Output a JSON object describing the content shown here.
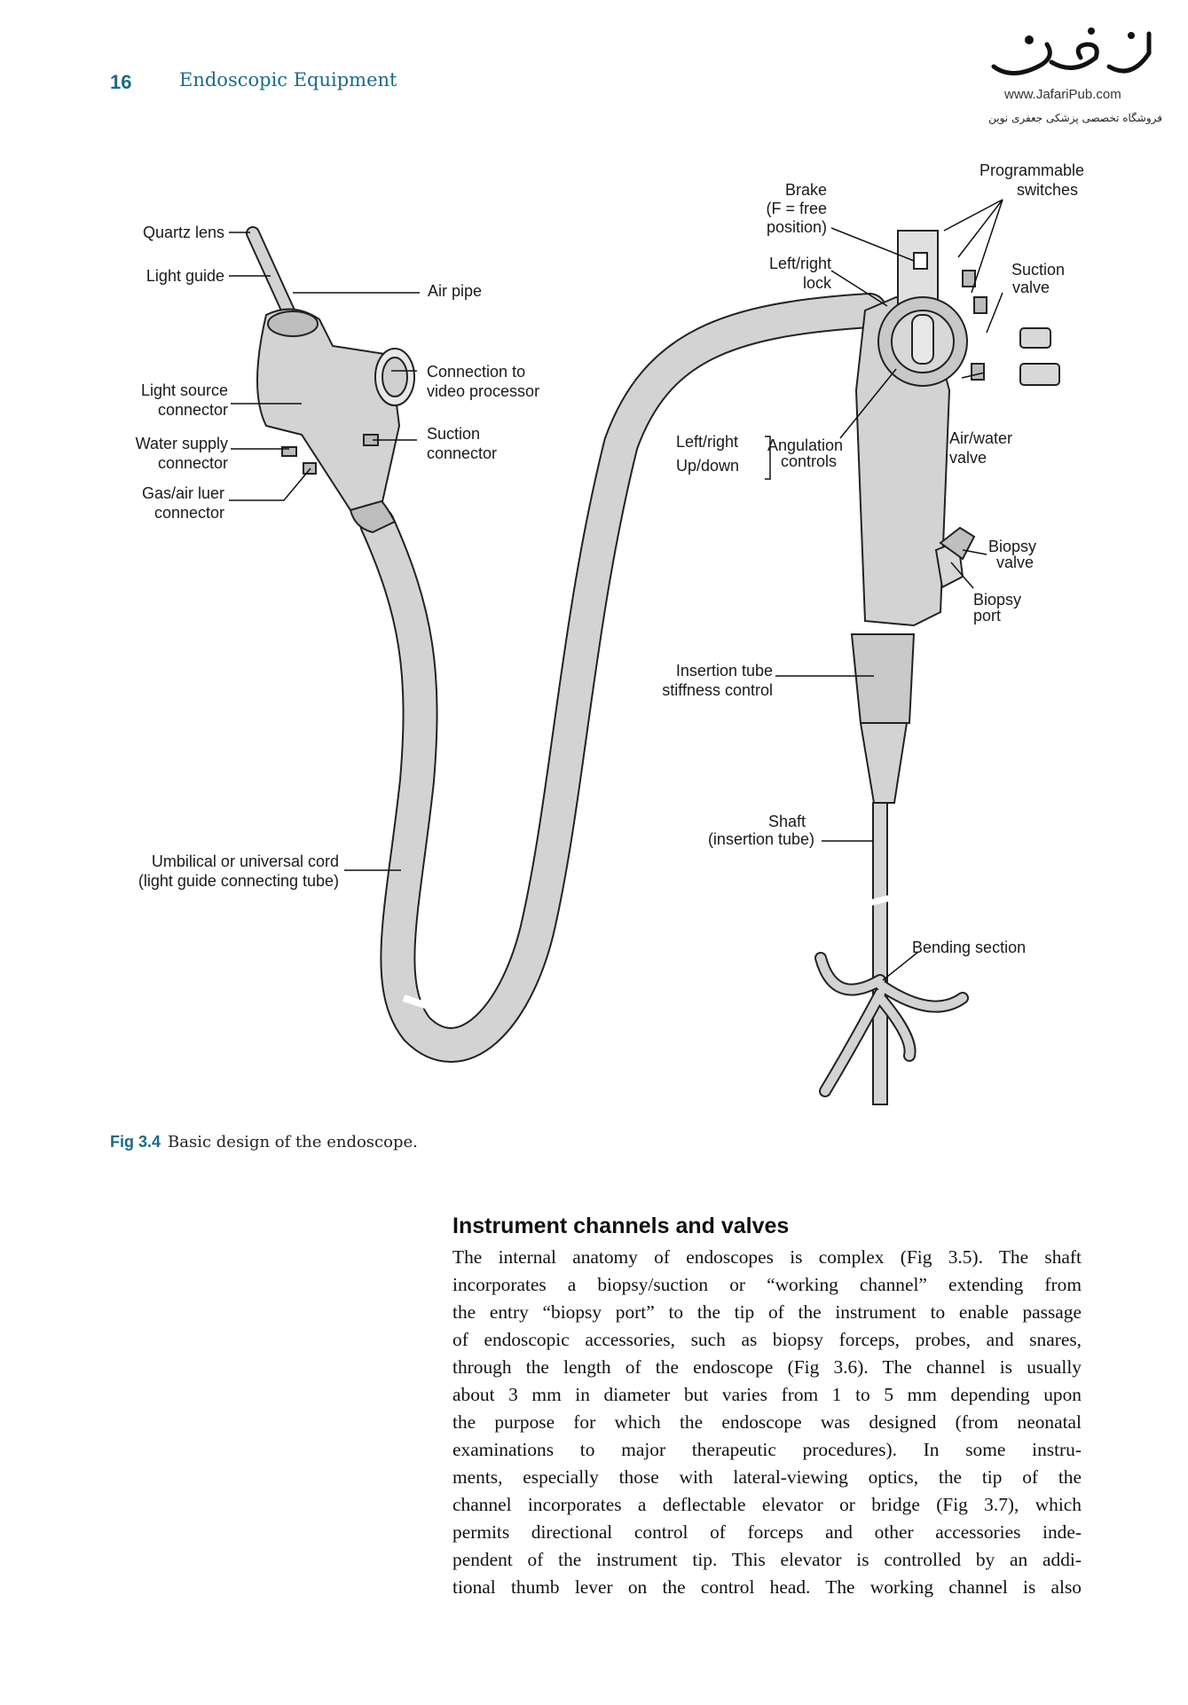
{
  "header": {
    "page_number": "16",
    "running_title": "Endoscopic Equipment"
  },
  "publisher": {
    "url": "www.JafariPub.com",
    "tagline": "فروشگاه تخصصی پزشکی جعفری نوین"
  },
  "figure": {
    "labels": {
      "quartz_lens": "Quartz lens",
      "light_guide": "Light guide",
      "air_pipe": "Air pipe",
      "connection_1": "Connection to",
      "connection_2": "video processor",
      "light_source_1": "Light source",
      "light_source_2": "connector",
      "water_supply_1": "Water supply",
      "water_supply_2": "connector",
      "suction_conn_1": "Suction",
      "suction_conn_2": "connector",
      "gas_air_1": "Gas/air luer",
      "gas_air_2": "connector",
      "umbilical_1": "Umbilical or universal cord",
      "umbilical_2": "(light guide connecting tube)",
      "brake_1": "Brake",
      "brake_2": "(F = free",
      "brake_3": "position)",
      "lr_lock_1": "Left/right",
      "lr_lock_2": "lock",
      "prog_1": "Programmable",
      "prog_2": "switches",
      "suction_valve_1": "Suction",
      "suction_valve_2": "valve",
      "left_right": "Left/right",
      "up_down": "Up/down",
      "angulation_1": "Angulation",
      "angulation_2": "controls",
      "air_water_1": "Air/water",
      "air_water_2": "valve",
      "biopsy_valve_1": "Biopsy",
      "biopsy_valve_2": "valve",
      "biopsy_port_1": "Biopsy",
      "biopsy_port_2": "port",
      "insertion_1": "Insertion tube",
      "insertion_2": "stiffness control",
      "shaft_1": "Shaft",
      "shaft_2": "(insertion tube)",
      "bending": "Bending section"
    }
  },
  "caption": {
    "label": "Fig 3.4",
    "text": "Basic design of the endoscope."
  },
  "section": {
    "heading": "Instrument channels and valves",
    "lines": [
      "The internal anatomy of endoscopes is complex (Fig 3.5). The shaft",
      "incorporates a biopsy/suction or “working channel” extending from",
      "the entry “biopsy port” to the tip of the instrument to enable passage",
      "of endoscopic accessories, such as biopsy forceps, probes, and snares,",
      "through the length of the endoscope (Fig 3.6). The channel is usually",
      "about 3 mm in diameter but varies from 1 to 5 mm depending upon",
      "the purpose for which the endoscope was designed (from neonatal",
      "examinations to major therapeutic procedures). In some instru-",
      "ments, especially those with lateral-viewing optics, the tip of the",
      "channel incorporates a deflectable elevator or bridge (Fig 3.7), which",
      "permits directional control of forceps and other accessories inde-",
      "pendent of the instrument tip. This elevator is controlled by an addi-",
      "tional thumb lever on the control head. The working channel is also"
    ]
  }
}
